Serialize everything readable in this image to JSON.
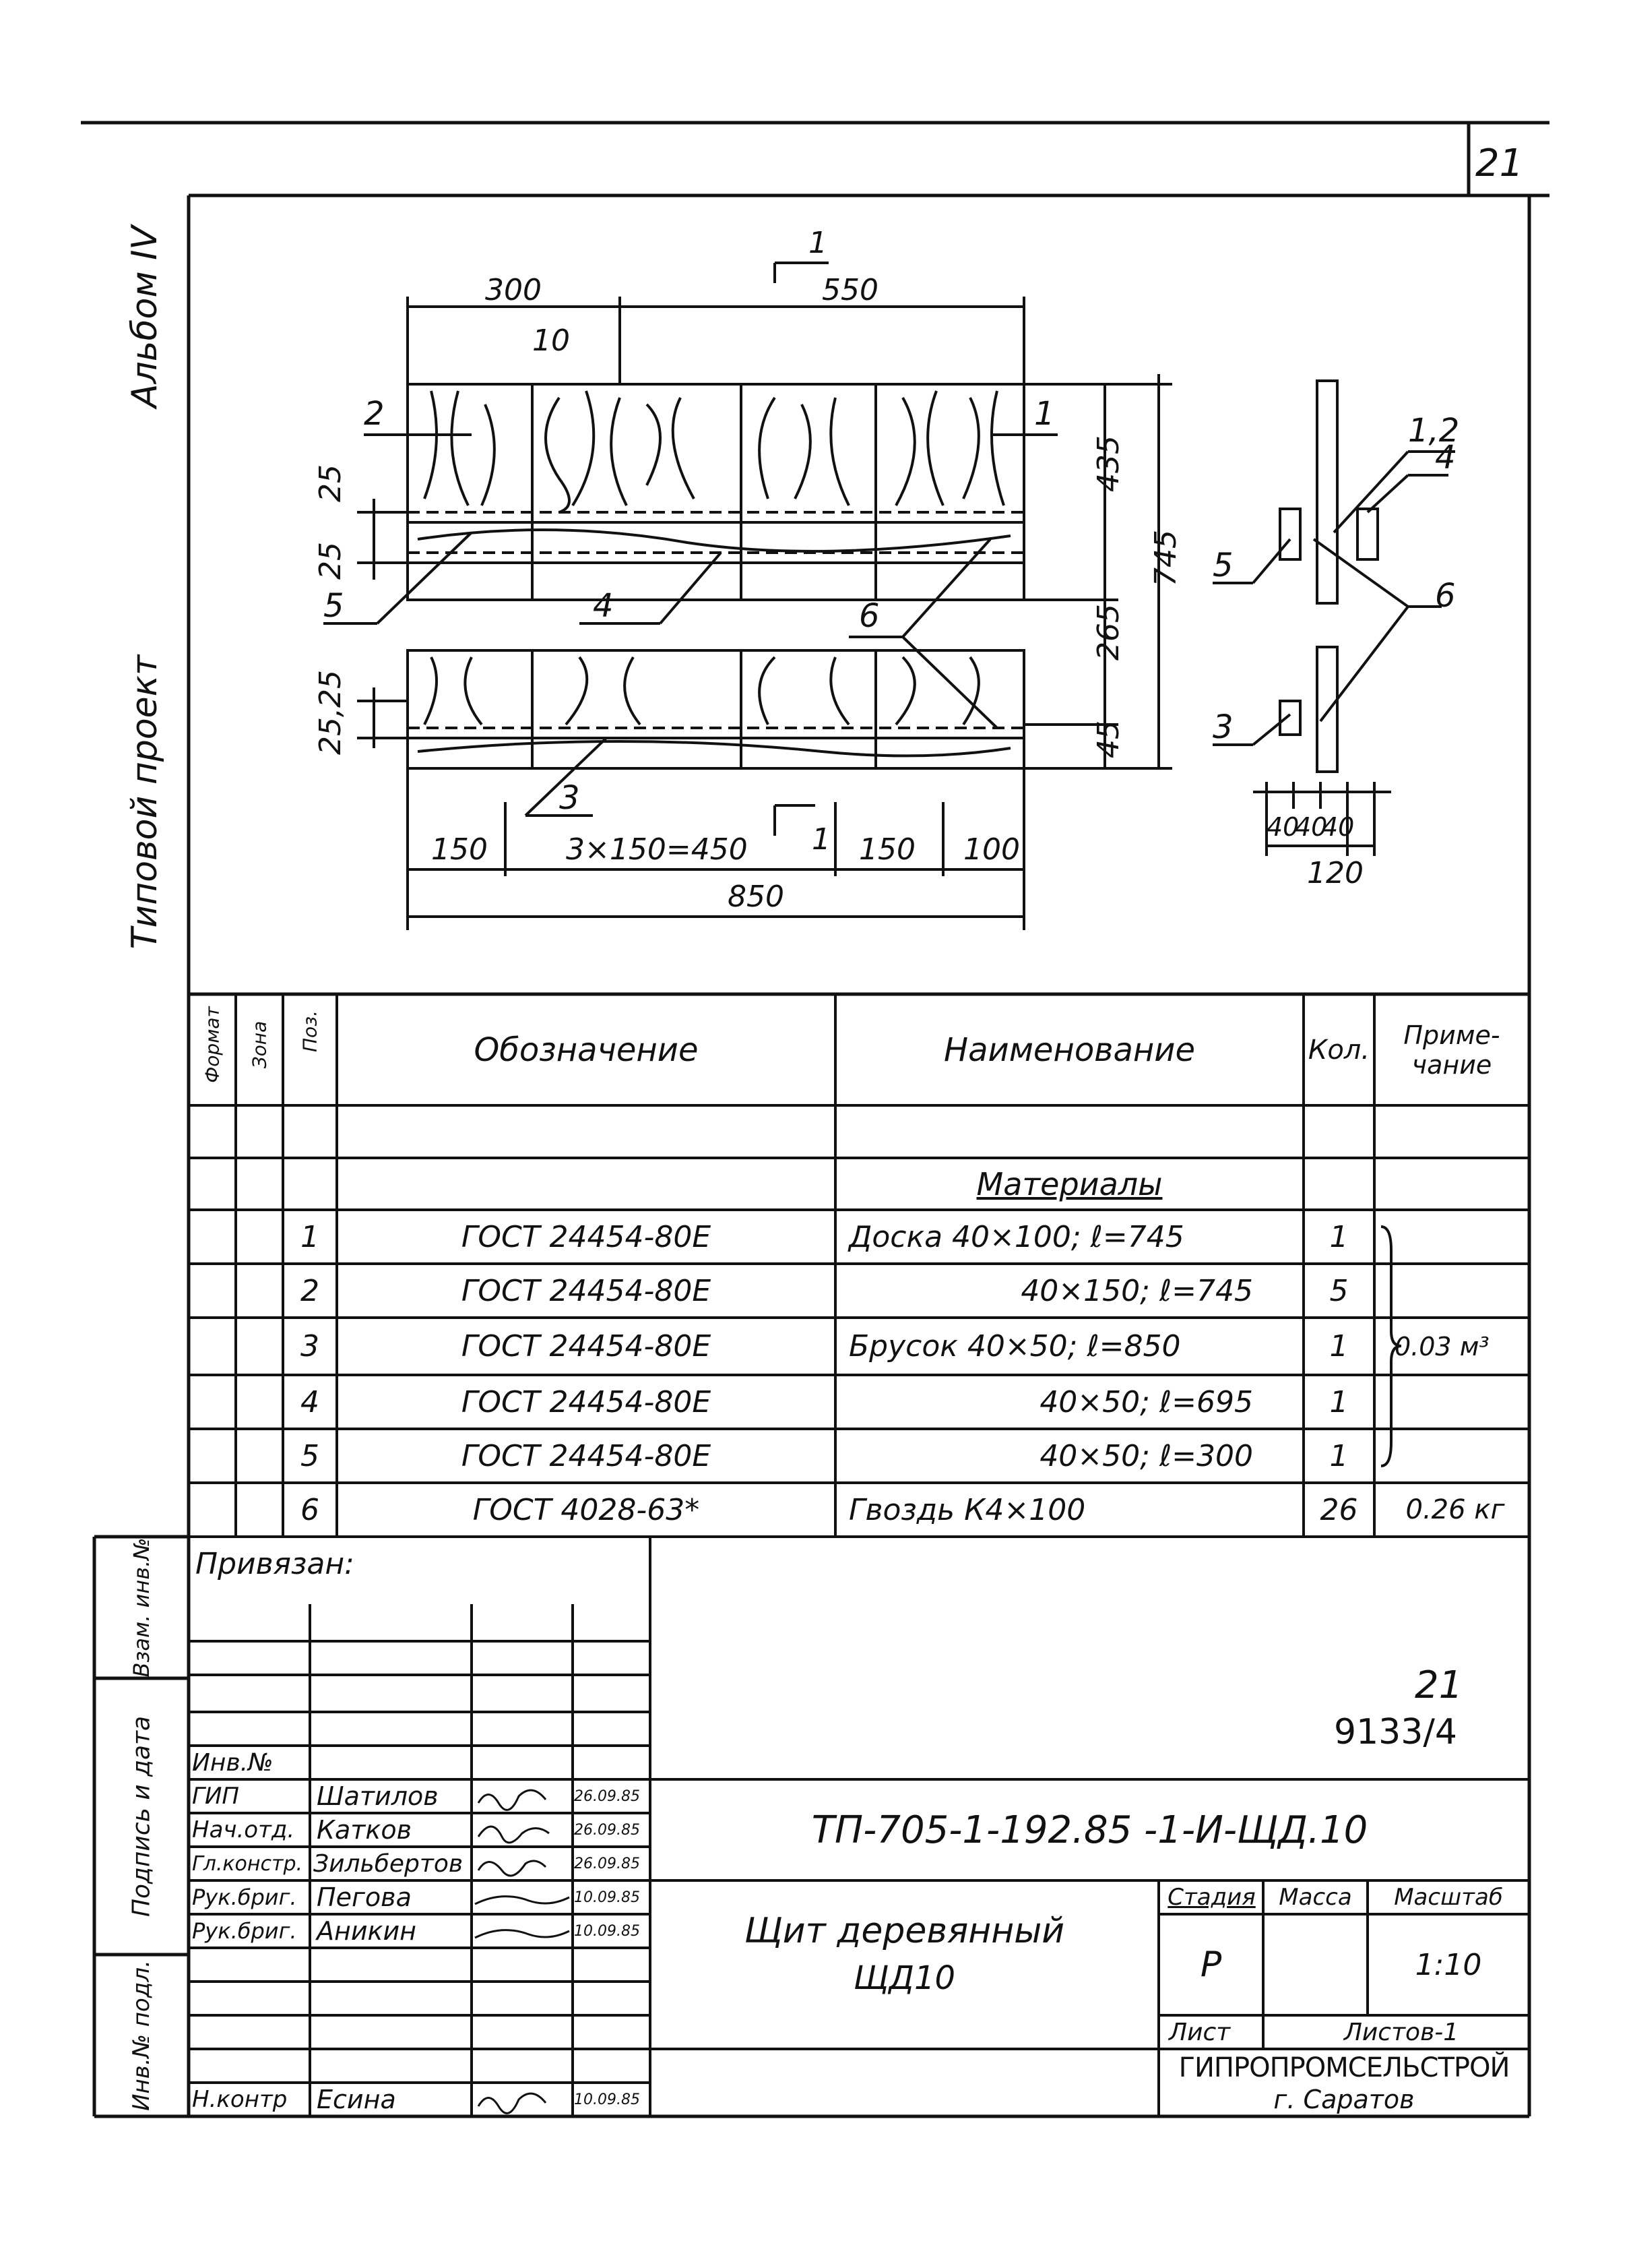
{
  "sheet_number": "21",
  "side_labels": {
    "album": "Альбом IV",
    "project": "Типовой проект"
  },
  "drawing": {
    "section_mark": "1",
    "dims": {
      "d300": "300",
      "d550": "550",
      "d10": "10",
      "d435": "435",
      "d265": "265",
      "d745": "745",
      "d45": "45",
      "d25a": "25",
      "d25b": "25",
      "d2525": "25,25",
      "b150a": "150",
      "b3x150": "3×150=450",
      "b150b": "150",
      "b100": "100",
      "b850": "850",
      "s40a": "40",
      "s40b": "40",
      "s40c": "40",
      "s120": "120"
    },
    "callouts": {
      "c1": "1",
      "c2": "2",
      "c3": "3",
      "c4": "4",
      "c5": "5",
      "c6": "6",
      "c12": "1,2",
      "s4": "4",
      "s5": "5",
      "s6": "6",
      "s3": "3"
    }
  },
  "spec": {
    "headers": {
      "format": "Формат",
      "zone": "Зона",
      "pos": "Поз.",
      "designation": "Обозначение",
      "name": "Наименование",
      "qty": "Кол.",
      "note": "Приме-\nчание"
    },
    "section_title": "Материалы",
    "rows": [
      {
        "pos": "1",
        "designation": "ГОСТ 24454-80Е",
        "name": "Доска 40×100; ℓ=745",
        "qty": "1",
        "note": ""
      },
      {
        "pos": "2",
        "designation": "ГОСТ 24454-80Е",
        "name": "40×150; ℓ=745",
        "qty": "5",
        "note": ""
      },
      {
        "pos": "3",
        "designation": "ГОСТ 24454-80Е",
        "name": "Брусок 40×50; ℓ=850",
        "qty": "1",
        "note": "0.03 м³"
      },
      {
        "pos": "4",
        "designation": "ГОСТ 24454-80Е",
        "name": "40×50; ℓ=695",
        "qty": "1",
        "note": ""
      },
      {
        "pos": "5",
        "designation": "ГОСТ 24454-80Е",
        "name": "40×50; ℓ=300",
        "qty": "1",
        "note": ""
      },
      {
        "pos": "6",
        "designation": "ГОСТ 4028-63*",
        "name": "Гвоздь К4×100",
        "qty": "26",
        "note": "0.26 кг"
      }
    ]
  },
  "title_block": {
    "privyazan": "Привязан:",
    "inv_no": "Инв.№",
    "sheet_ref_top": "21",
    "sheet_ref_bottom": "9133/4",
    "people": [
      {
        "role": "ГИП",
        "name": "Шатилов",
        "date": "26.09.85"
      },
      {
        "role": "Нач.отд.",
        "name": "Катков",
        "date": "26.09.85"
      },
      {
        "role": "Гл.констр.",
        "name": "Зильбертов",
        "date": "26.09.85"
      },
      {
        "role": "Рук.бриг.",
        "name": "Пегова",
        "date": "10.09.85"
      },
      {
        "role": "Рук.бриг.",
        "name": "Аникин",
        "date": "10.09.85"
      }
    ],
    "n_kontr": {
      "role": "Н.контр",
      "name": "Есина",
      "date": "10.09.85"
    },
    "doc_code": "ТП-705-1-192.85 -1-И-ЩД.10",
    "item_name_1": "Щит деревянный",
    "item_name_2": "ЩД10",
    "stage_label": "Стадия",
    "mass_label": "Масса",
    "scale_label": "Масштаб",
    "stage": "Р",
    "scale": "1:10",
    "sheet_label": "Лист",
    "sheets_label": "Листов-1",
    "org": "ГИПРОПРОМСЕЛЬСТРОЙ",
    "city": "г. Саратов",
    "left_strip": {
      "vzam": "Взам. инв.№",
      "podpis": "Подпись и дата",
      "inv_podl": "Инв.№ подл."
    }
  }
}
